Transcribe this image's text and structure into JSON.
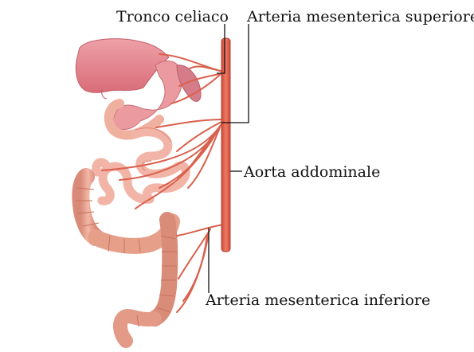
{
  "labels": {
    "celiac_trunk": "Tronco celiaco",
    "superior_mesenteric": "Arteria mesenterica superiore",
    "abdominal_aorta": "Aorta addominale",
    "inferior_mesenteric": "Arteria mesenterica inferiore"
  },
  "colors": {
    "aorta": "#e4624f",
    "artery": "#d9604c",
    "liver": "#e27f87",
    "stomach": "#eb9aa0",
    "small_intestine": "#f0b3a8",
    "colon": "#e6a08a",
    "leader_line": "#111111"
  }
}
